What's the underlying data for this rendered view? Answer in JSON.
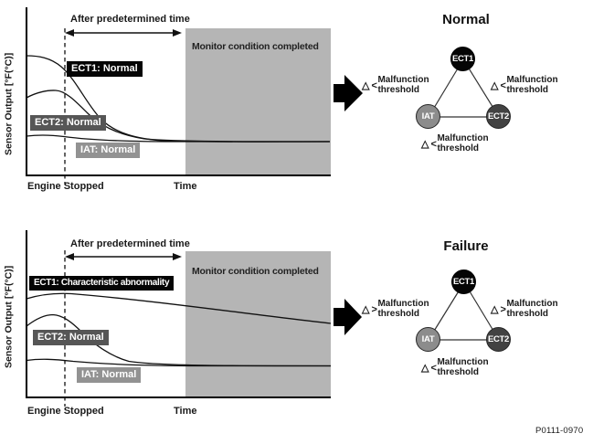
{
  "figure_code": "P0111-0970",
  "colors": {
    "monitor_region": "#b5b5b5",
    "ect1_fill": "#050505",
    "ect2_label_fill": "#565656",
    "iat_label_fill": "#929292",
    "ect2_node_fill": "#424242",
    "iat_node_fill": "#8c8c8c",
    "line_color": "#111111"
  },
  "shared": {
    "y_axis_label": "Sensor Output [°F(°C)]",
    "after_label": "After predetermined time",
    "monitor_label": "Monitor condition completed",
    "engine_stopped": "Engine Stopped",
    "time_label": "Time",
    "malfunction_line1": "Malfunction",
    "malfunction_line2": "threshold"
  },
  "normal": {
    "title": "Normal",
    "ect1_label": "ECT1: Normal",
    "ect2_label": "ECT2: Normal",
    "iat_label": "IAT: Normal",
    "node_ect1": "ECT1",
    "node_iat": "IAT",
    "node_ect2": "ECT2",
    "thr_left": "△ <",
    "thr_right": "△ <",
    "thr_bottom": "△ <"
  },
  "failure": {
    "title": "Failure",
    "ect1_label": "ECT1: Characteristic abnormality",
    "ect2_label": "ECT2: Normal",
    "iat_label": "IAT: Normal",
    "node_ect1": "ECT1",
    "node_iat": "IAT",
    "node_ect2": "ECT2",
    "thr_left": "△ >",
    "thr_right": "△ >",
    "thr_bottom": "△ <"
  }
}
